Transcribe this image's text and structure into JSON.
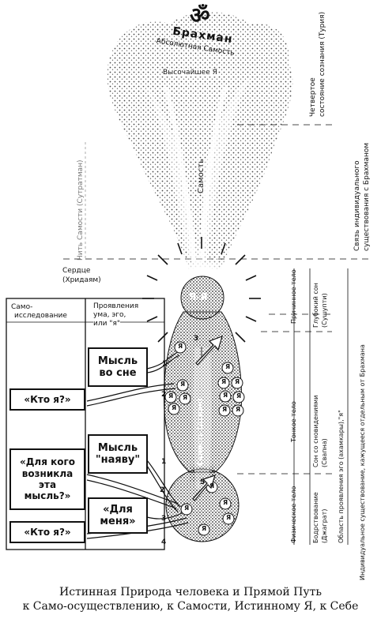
{
  "top": {
    "om_symbol": "ॐ",
    "brahman": "Брахман",
    "absolute_self": "Абсолютная Самость",
    "supreme_i": "Высочайшее Я"
  },
  "central": {
    "samost_upper": "Самость",
    "ya_ya": "Я-Я",
    "samost_atman": "Самость (Атман)",
    "ya_mark": "Я"
  },
  "left_labels": {
    "thread": "Нить Самости (Сутратман)",
    "heart_line1": "Сердце",
    "heart_line2": "(Хридаям)"
  },
  "right_labels": {
    "turiya_line1": "Четвертое",
    "turiya_line2": "состояние сознания (Турия)",
    "connection_line1": "Связь индивидуального",
    "connection_line2": "существования с Брахманом",
    "causal_body": "Причинное тело",
    "deep_sleep_line1": "Глубокий сон",
    "deep_sleep_line2": "(Сушупти)",
    "subtle_body": "Тонкое тело",
    "dream_line1": "Сон со сновидениями",
    "dream_line2": "(Свапна)",
    "physical_body": "Физическое тело",
    "waking_line1": "Бодрствование",
    "waking_line2": "(Джаграт)",
    "ego_region": "Область проявления эго (ахамкары),\"я\"",
    "individual_existence": "Индивидуальное существование, кажущееся отдельным от Брахмана"
  },
  "columns": {
    "self_inquiry_line1": "Само-",
    "self_inquiry_line2": "исследование",
    "manifest_line1": "Проявления",
    "manifest_line2": "ума, эго,",
    "manifest_line3": "или \"я\""
  },
  "boxes": {
    "dream_thought_line1": "Мысль",
    "dream_thought_line2": "во сне",
    "who_am_i_1": "«Кто я?»",
    "waking_thought_line1": "Мысль",
    "waking_thought_line2": "\"наяву\"",
    "for_whom_line1": "«Для кого",
    "for_whom_line2": "возникла",
    "for_whom_line3": "эта",
    "for_whom_line4": "мысль?»",
    "for_me_line1": "«Для",
    "for_me_line2": "меня»",
    "who_am_i_2": "«Кто я?»"
  },
  "arrow_numbers": [
    "1",
    "2",
    "3",
    "1",
    "2",
    "3",
    "4",
    "5"
  ],
  "caption": {
    "line1": "Истинная Природа человека и Прямой Путь",
    "line2": "к Само-осуществлению, к Самости, Истинному Я, к Себе"
  }
}
